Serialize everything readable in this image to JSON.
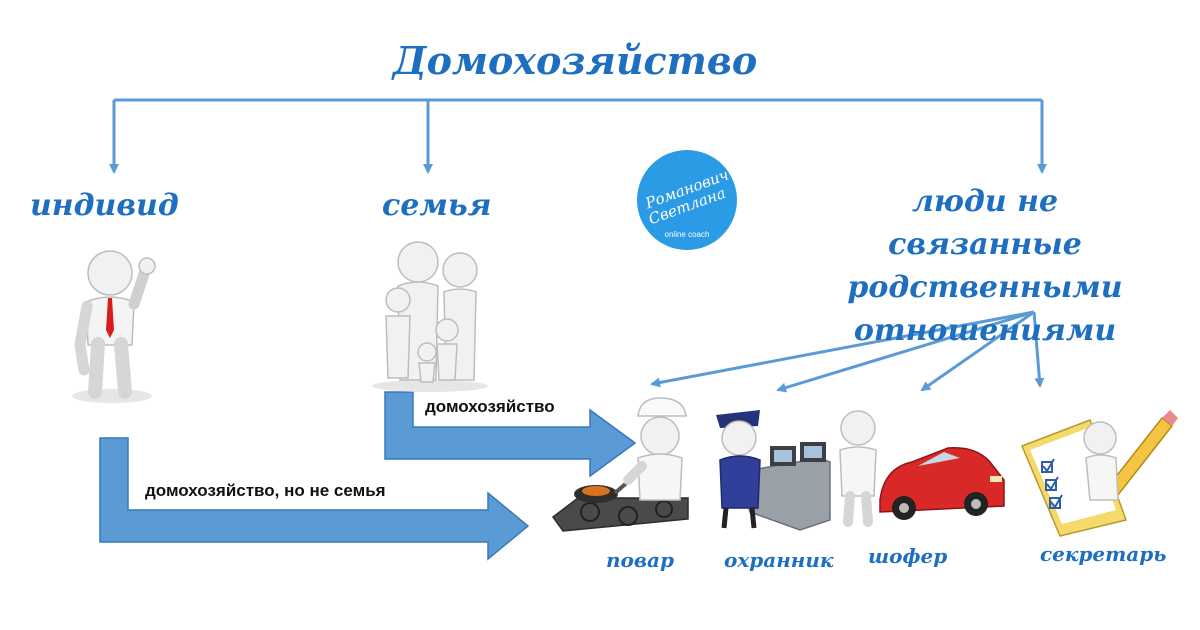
{
  "title": "Домохозяйство",
  "categories": {
    "individual": "индивид",
    "family": "семья",
    "unrelated_people": "люди не связанные родственными отношениями"
  },
  "notes": {
    "family_household": "домохозяйство",
    "individual_household": "домохозяйство, но не семья"
  },
  "roles": {
    "cook": "повар",
    "guard": "охранник",
    "driver": "шофер",
    "secretary": "секретарь"
  },
  "logo": {
    "line1": "Романович",
    "line2": "Светлана",
    "subtitle": "online coach"
  },
  "colors": {
    "accent_text": "#1f6fc0",
    "arrow": "#5b9bd5",
    "arrow_stroke": "#3a78b8",
    "logo_bg": "#2b9be6"
  }
}
